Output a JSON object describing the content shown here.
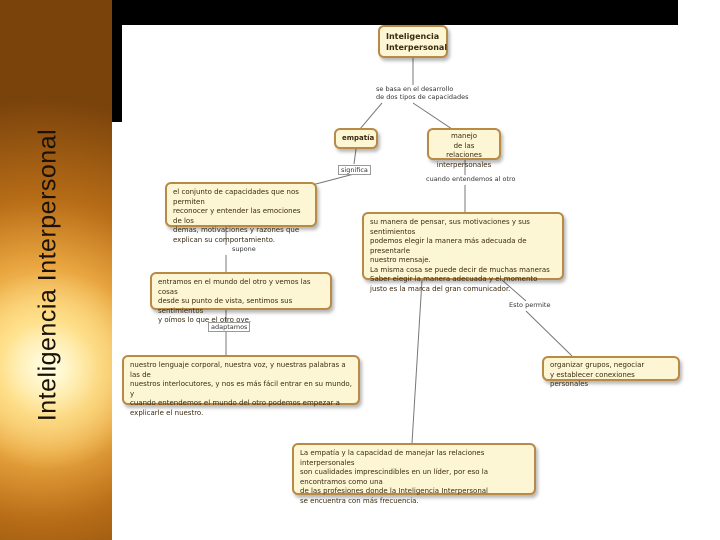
{
  "sidebar": {
    "title": "Inteligencia Interpersonal"
  },
  "map": {
    "root": [
      "Inteligencia",
      "Interpersonal"
    ],
    "root_link": [
      "se basa en el desarrollo",
      "de dos tipos de capacidades"
    ],
    "empatia": "empatía",
    "manejo": [
      "manejo",
      "de las relaciones",
      "interpersonales"
    ],
    "significa": "significa",
    "cuando_entendemos": "cuando entendemos al otro",
    "conjunto": [
      "el conjunto de capacidades que nos permiten",
      "reconocer y entender las emociones de los",
      "demas, motivaciones y razones que",
      "explican su comportamiento."
    ],
    "su_manera": [
      "su manera de pensar, sus motivaciones y sus sentimientos",
      "podemos elegir la manera más adecuada de presentarle",
      "nuestro mensaje.",
      "La misma cosa se puede decir de muchas maneras",
      "Saber elegir la manera adecuada y el momento",
      "justo es la marca del gran comunicador."
    ],
    "supone": "supone",
    "entramos": [
      "entramos en el mundo del otro y vemos las cosas",
      "desde su punto de vista, sentimos sus sentimientos",
      "y oímos lo que el otro oye."
    ],
    "adaptamos": "adaptamos",
    "esto_permite": "Esto permite",
    "nuestro_lenguaje": [
      "nuestro lenguaje corporal, nuestra voz, y nuestras palabras a las de",
      "nuestros interlocutores, y nos es más fácil entrar en su mundo, y",
      "cuando entendemos el mundo del otro podemos empezar a",
      "explicarle el nuestro."
    ],
    "organizar": [
      "organizar grupos, negociar",
      "y establecer conexiones personales"
    ],
    "conclusion": [
      "La empatía y la capacidad de manejar las relaciones interpersonales",
      "son cualidades imprescindibles en un líder, por eso la encontramos como una",
      "de las profesiones donde la Inteligencia Interpersonal",
      "se encuentra con más frecuencia."
    ]
  },
  "colors": {
    "node_fill": "#fdf6d5",
    "node_border": "#b98a45",
    "line": "#777777"
  }
}
